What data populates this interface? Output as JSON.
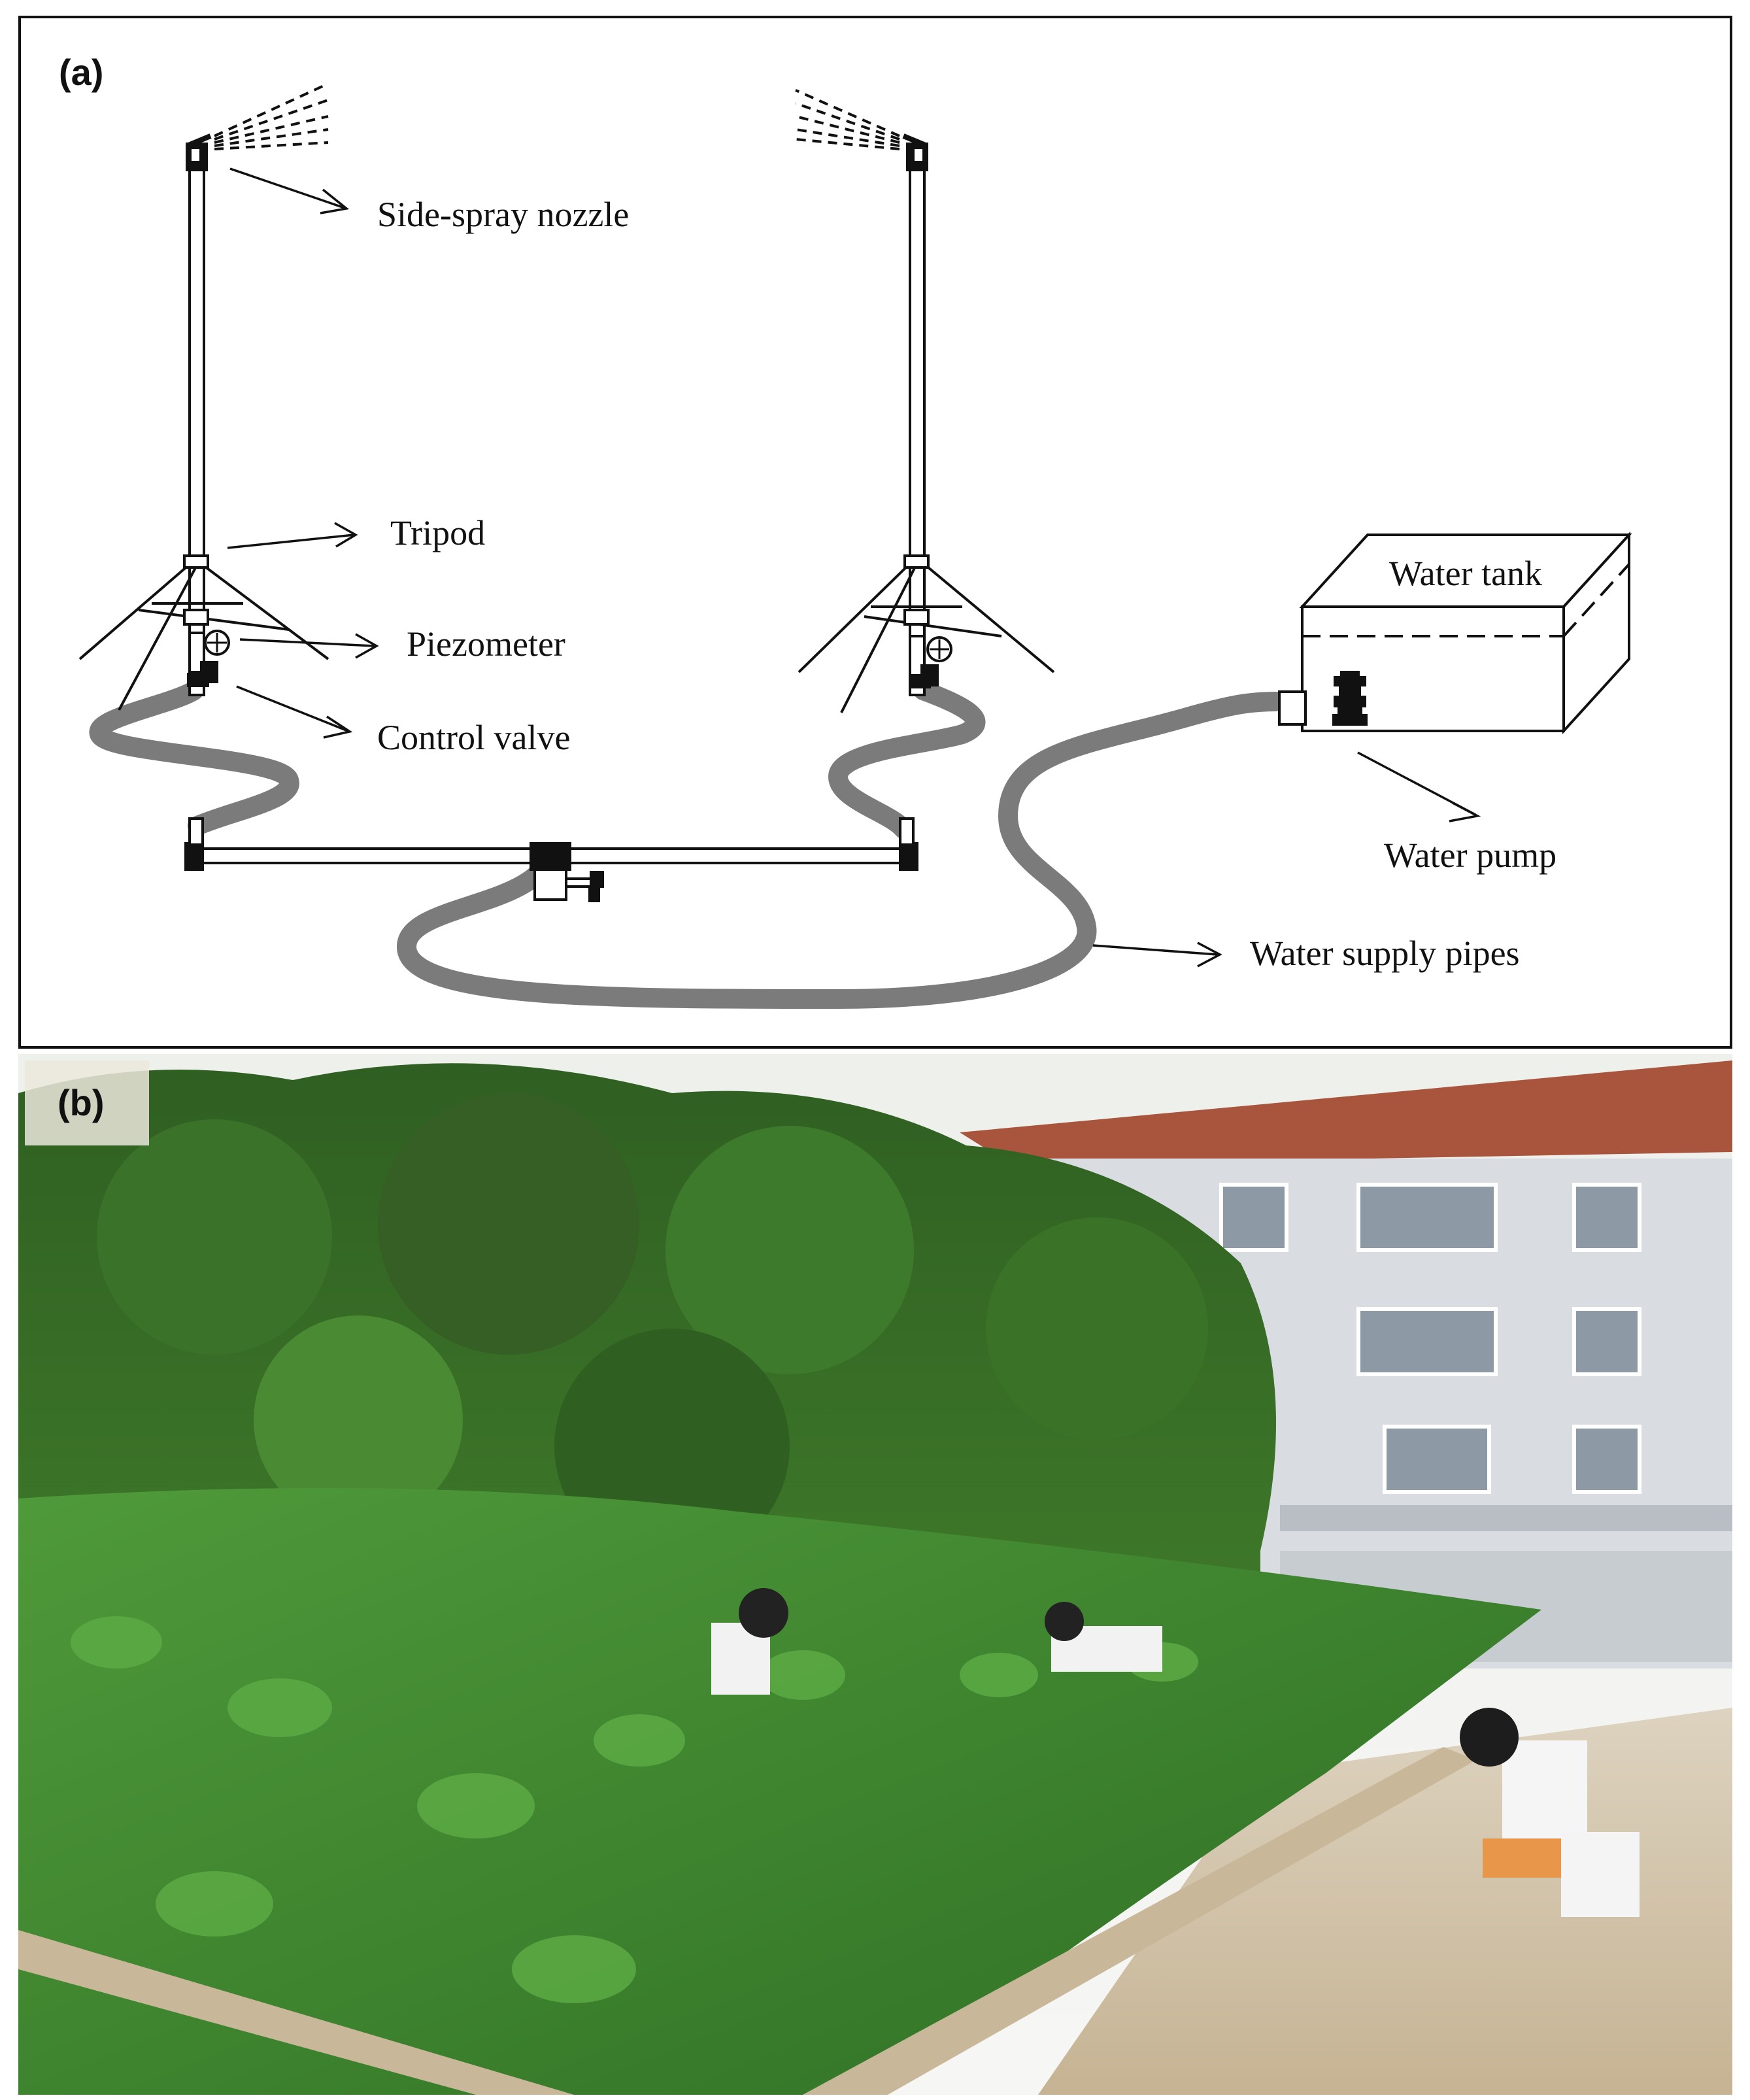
{
  "panel_a": {
    "tag": "(a)",
    "labels": {
      "nozzle": "Side-spray nozzle",
      "tripod": "Tripod",
      "piezometer": "Piezometer",
      "valve": "Control valve",
      "tank": "Water tank",
      "pump": "Water pump",
      "pipes": "Water supply pipes"
    }
  },
  "panel_b": {
    "tag": "(b)"
  },
  "colors": {
    "hose": "#7b7b7b",
    "line": "#111111",
    "foliage": "#3f8a2e",
    "sky": "#f3f4f2",
    "soil": "#cdb99a"
  }
}
